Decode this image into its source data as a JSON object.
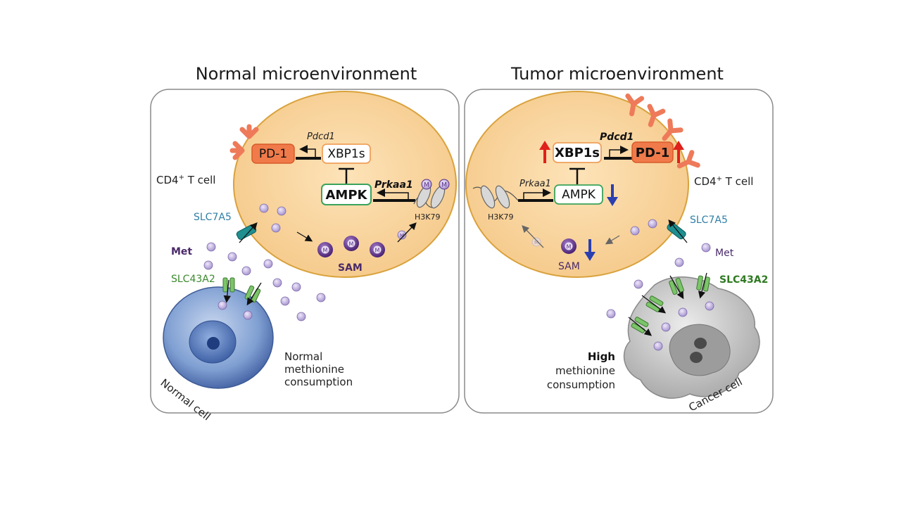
{
  "left_panel": {
    "title": "Normal microenvironment",
    "cell_label": "CD4",
    "cell_label_sup": "+",
    "cell_label_rest": " T cell",
    "pd1": "PD-1",
    "xbp1s": "XBP1s",
    "pdcd1": "Pdcd1",
    "ampk": "AMPK",
    "prkaa1": "Prkaa1",
    "h3k79": "H3K79",
    "sam": "SAM",
    "met": "Met",
    "slc7a5": "SLC7A5",
    "slc43a2": "SLC43A2",
    "m_label": "M",
    "normal_cell": "Normal cell",
    "consumption_1": "Normal",
    "consumption_2": "methionine",
    "consumption_3": "consumption"
  },
  "right_panel": {
    "title": "Tumor microenvironment",
    "cell_label": "CD4",
    "cell_label_sup": "+",
    "cell_label_rest": " T cell",
    "pd1": "PD-1",
    "xbp1s": "XBP1s",
    "pdcd1": "Pdcd1",
    "ampk": "AMPK",
    "prkaa1": "Prkaa1",
    "h3k79": "H3K79",
    "sam": "SAM",
    "met": "Met",
    "slc7a5": "SLC7A5",
    "slc43a2": "SLC43A2",
    "m_label": "M",
    "cancer_cell": "Cancer cell",
    "consumption_1": "High",
    "consumption_2": "methionine",
    "consumption_3": "consumption"
  },
  "colors": {
    "cell_fill": "#f7cf95",
    "cell_stroke": "#d9a23c",
    "pd1_fill": "#f07a4a",
    "receptor": "#ee7a5a",
    "ampk_stroke": "#3aa35a",
    "xbp1s_stroke": "#f0a05a",
    "met_dot": "#b9a8d8",
    "sam_dot": "#5b2f86",
    "slc7a5": "#1f8f8f",
    "slc43a2": "#7cc46a",
    "up_arrow": "#e0201a",
    "down_arrow": "#2a3fb0",
    "normal_cell": "#5b7fc0",
    "cancer_cell": "#b8b8b8"
  }
}
